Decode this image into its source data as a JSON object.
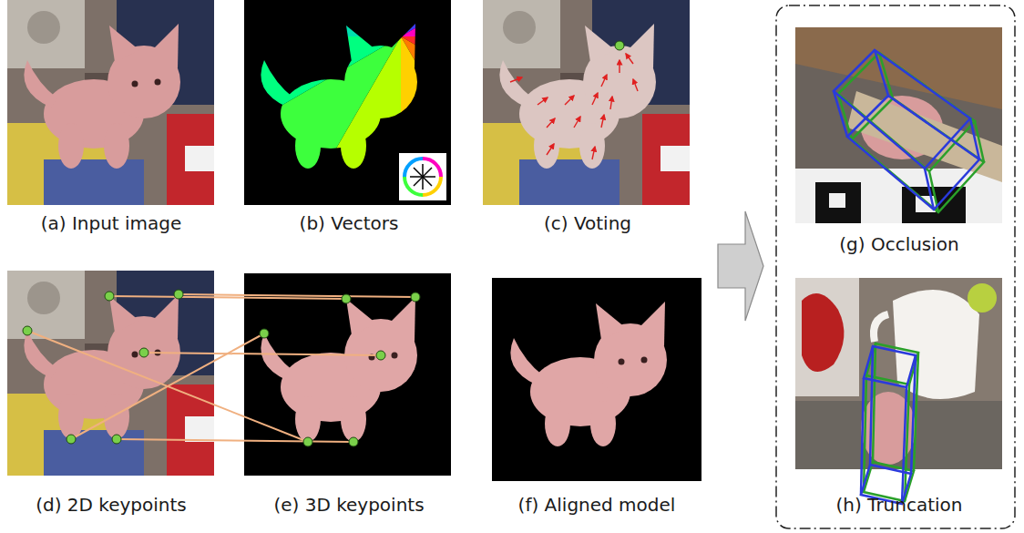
{
  "diagram": {
    "labels": [
      "(a) Input image",
      "(b) Vectors",
      "(c) Voting",
      "(d) 2D keypoints",
      "(e) 3D keypoints",
      "(f) Aligned model",
      "(g) Occlusion",
      "(h) Truncation"
    ]
  }
}
